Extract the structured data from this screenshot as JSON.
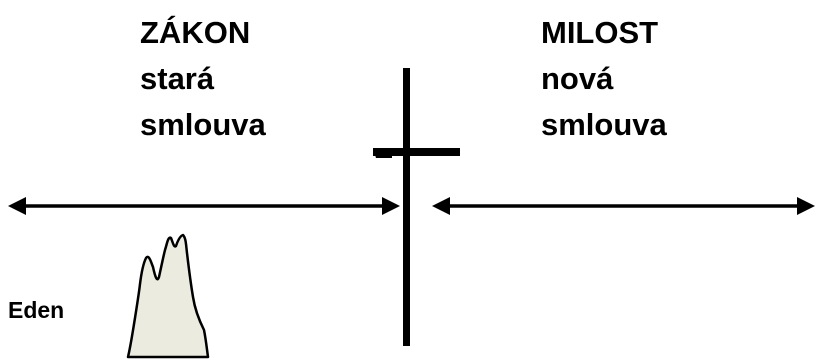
{
  "left": {
    "title": "ZÁKON",
    "line1": "stará",
    "line2": "smlouva"
  },
  "right": {
    "title": "MILOST",
    "line1": "nová",
    "line2": "smlouva"
  },
  "eden_label": "Eden",
  "colors": {
    "ink": "#000000",
    "mountain_fill": "#ecebdf",
    "background": "#ffffff"
  },
  "icons": {
    "cross": "cross-icon",
    "mountain": "mountain-icon"
  }
}
